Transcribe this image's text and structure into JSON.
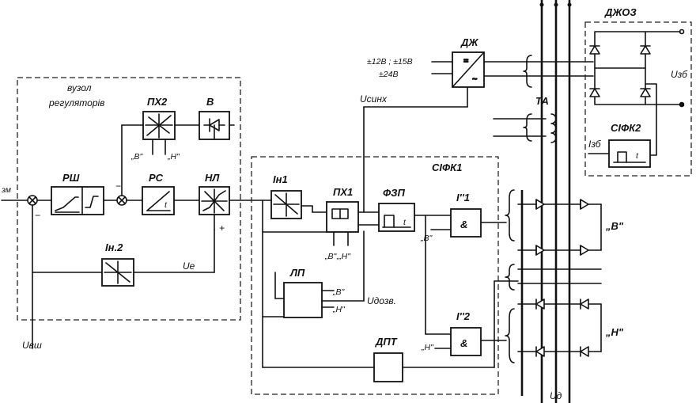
{
  "regulator_node": {
    "title_line1": "вузол",
    "title_line2": "регуляторів"
  },
  "blocks": {
    "rsh": "РШ",
    "px2": "ПХ2",
    "v": "В",
    "rs": "РС",
    "nl": "НЛ",
    "in2": "Iн.2",
    "in1": "Iн1",
    "px1": "ПХ1",
    "fzp": "ФЗП",
    "lp": "ЛП",
    "dpt": "ДПТ",
    "dzh": "ДЖ",
    "ta": "ТА",
    "dzhoz": "ДЖОЗ",
    "i1": "I''1",
    "i2": "I''2",
    "and_sym": "&"
  },
  "sifk1": "СІФК1",
  "sifk2": "СІФК2",
  "labels": {
    "u_zm": "зм",
    "u_vsh": "Uвш",
    "u_e": "Uе",
    "u_sync": "Uсинх",
    "u_doz": "Uдозв.",
    "u_zb": "Uзб",
    "u_d": "Uд",
    "i_zb": "Iзб",
    "power_supply_1": "±12В ; ±15В",
    "power_supply_2": "±24В",
    "q_v": "„В\"",
    "q_n": "„Н\"",
    "q_vn": "„В\",„Н\"",
    "bridge_v": "„В\"",
    "bridge_n": "„Н\"",
    "minus": "−",
    "plus": "+"
  },
  "block_symbols": {
    "pulse": "⎍",
    "t": "t"
  }
}
